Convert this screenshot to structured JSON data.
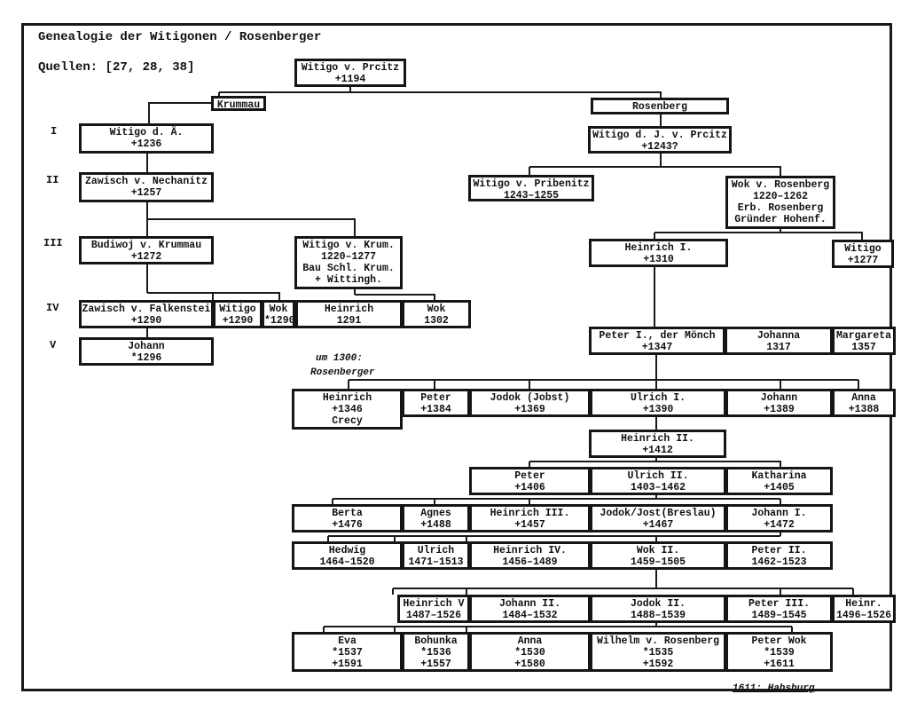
{
  "title": "Genealogie der Witigonen / Rosenberger",
  "sources": "Quellen: [27, 28, 38]",
  "generations": [
    "I",
    "II",
    "III",
    "IV",
    "V"
  ],
  "notes": {
    "um1300_a": "um 1300:",
    "um1300_b": "Rosenberger",
    "habsburg": "1611: Habsburg"
  },
  "boxes": {
    "root": [
      "Witigo v. Prcitz",
      "+1194"
    ],
    "krummau": [
      "Krummau"
    ],
    "rosenberg": [
      "Rosenberg"
    ],
    "witigo_da": [
      "Witigo d. Ä.",
      "+1236"
    ],
    "witigo_dj": [
      "Witigo d. J. v. Prcitz",
      "+1243?"
    ],
    "zawisch_n": [
      "Zawisch v. Nechanitz",
      "+1257"
    ],
    "witigo_prib": [
      "Witigo v. Pribenitz",
      "1243–1255"
    ],
    "wok_ros": [
      "Wok v. Rosenberg",
      "1220–1262",
      "Erb. Rosenberg",
      "Gründer Hohenf."
    ],
    "budiwoj": [
      "Budiwoj v. Krummau",
      "+1272"
    ],
    "witigo_krum": [
      "Witigo v. Krum.",
      "1220–1277",
      "Bau Schl. Krum.",
      "+ Wittingh."
    ],
    "heinrich1": [
      "Heinrich I.",
      "+1310"
    ],
    "witigo1277": [
      "Witigo",
      "+1277"
    ],
    "zawisch_f": [
      "Zawisch v. Falkenstei",
      "+1290"
    ],
    "witigo1290": [
      "Witigo",
      "+1290"
    ],
    "wok1290": [
      "Wok",
      "*1290"
    ],
    "heinrich1291": [
      "Heinrich",
      "1291"
    ],
    "wok1302": [
      "Wok",
      "1302"
    ],
    "johann1296": [
      "Johann",
      "*1296"
    ],
    "peter1": [
      "Peter I., der Mönch",
      "+1347"
    ],
    "johanna": [
      "Johanna",
      "1317"
    ],
    "margareta": [
      "Margareta",
      "1357"
    ],
    "heinrich1346": [
      "Heinrich",
      "+1346",
      "Crecy"
    ],
    "peter1384": [
      "Peter",
      "+1384"
    ],
    "jodok": [
      "Jodok (Jobst)",
      "+1369"
    ],
    "ulrich1": [
      "Ulrich I.",
      "+1390"
    ],
    "johann1389": [
      "Johann",
      "+1389"
    ],
    "anna1388": [
      "Anna",
      "+1388"
    ],
    "heinrich2": [
      "Heinrich II.",
      "+1412"
    ],
    "peter1406": [
      "Peter",
      "+1406"
    ],
    "ulrich2": [
      "Ulrich II.",
      "1403–1462"
    ],
    "katharina": [
      "Katharina",
      "+1405"
    ],
    "berta": [
      "Berta",
      "+1476"
    ],
    "agnes": [
      "Agnes",
      "+1488"
    ],
    "heinrich3": [
      "Heinrich III.",
      "+1457"
    ],
    "jodok_jost": [
      "Jodok/Jost(Breslau)",
      "+1467"
    ],
    "johann1": [
      "Johann I.",
      "+1472"
    ],
    "hedwig": [
      "Hedwig",
      "1464–1520"
    ],
    "ulrich1471": [
      "Ulrich",
      "1471–1513"
    ],
    "heinrich4": [
      "Heinrich IV.",
      "1456–1489"
    ],
    "wok2": [
      "Wok II.",
      "1459–1505"
    ],
    "peter2": [
      "Peter II.",
      "1462–1523"
    ],
    "heinrich5": [
      "Heinrich V",
      "1487–1526"
    ],
    "johann2": [
      "Johann II.",
      "1484–1532"
    ],
    "jodok2": [
      "Jodok II.",
      "1488–1539"
    ],
    "peter3": [
      "Peter III.",
      "1489–1545"
    ],
    "heinr": [
      "Heinr.",
      "1496–1526"
    ],
    "eva": [
      "Eva",
      "*1537",
      "+1591"
    ],
    "bohunka": [
      "Bohunka",
      "*1536",
      "+1557"
    ],
    "anna1530": [
      "Anna",
      "*1530",
      "+1580"
    ],
    "wilhelm": [
      "Wilhelm v. Rosenberg",
      "*1535",
      "+1592"
    ],
    "peter_wok": [
      "Peter Wok",
      "*1539",
      "+1611"
    ]
  }
}
